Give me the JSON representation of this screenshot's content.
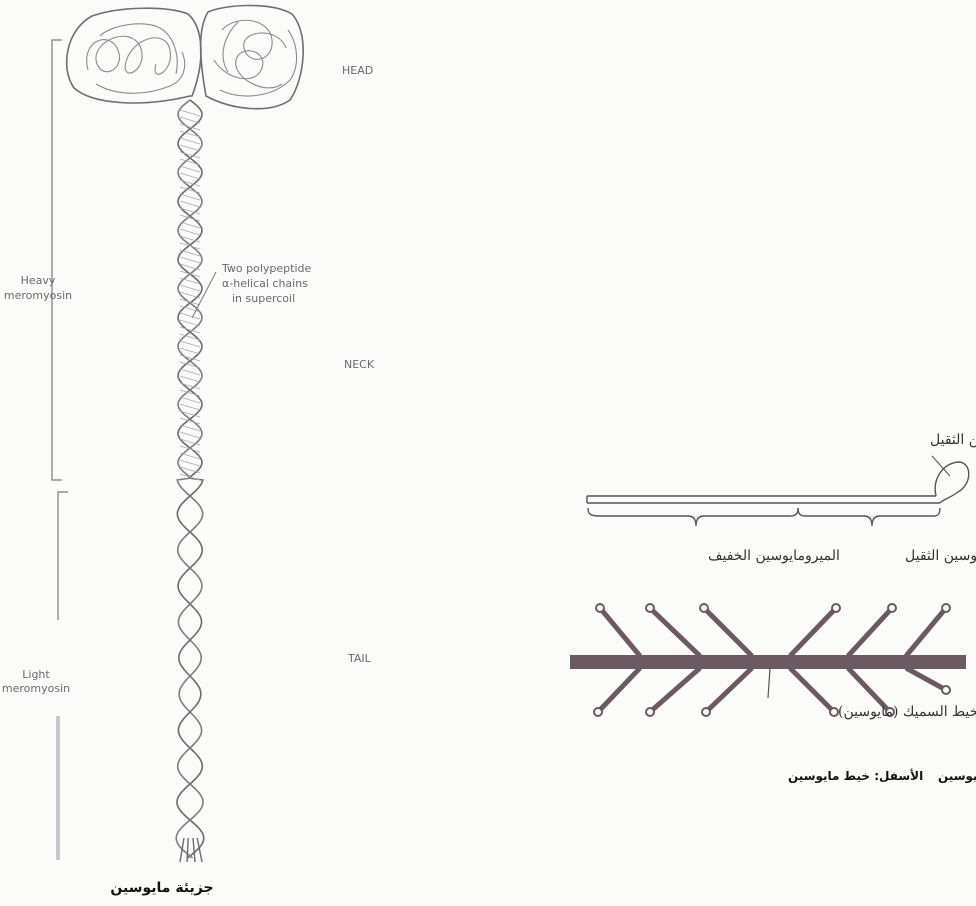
{
  "left_diagram": {
    "head_label": "HEAD",
    "neck_label": "NECK",
    "tail_label": "TAIL",
    "heavy_label_line1": "Heavy",
    "heavy_label_line2": "meromyosin",
    "light_label_line1": "Light",
    "light_label_line2": "meromyosin",
    "chain_label_line1": "Two polypeptide",
    "chain_label_line2": "α-helical chains",
    "chain_label_line3": "in supercoil",
    "caption": "جزيئة مايوسين"
  },
  "right_diagram": {
    "head_label": "رأس جزيئة الميرومايوسين الثقيل",
    "heavy_label": "الميرومايوسين الثقيل",
    "light_label": "الميرومايوسين الخفيف",
    "thick_filament_label": "الخيط السميك (مايوسين)",
    "caption_top": "الأعلى: جزيئة مايوسين",
    "caption_bottom": "الأسفل: خيط مايوسين"
  },
  "colors": {
    "ink": "#55555a",
    "filament": "#6c5a63",
    "background": "#fbfbf9"
  }
}
